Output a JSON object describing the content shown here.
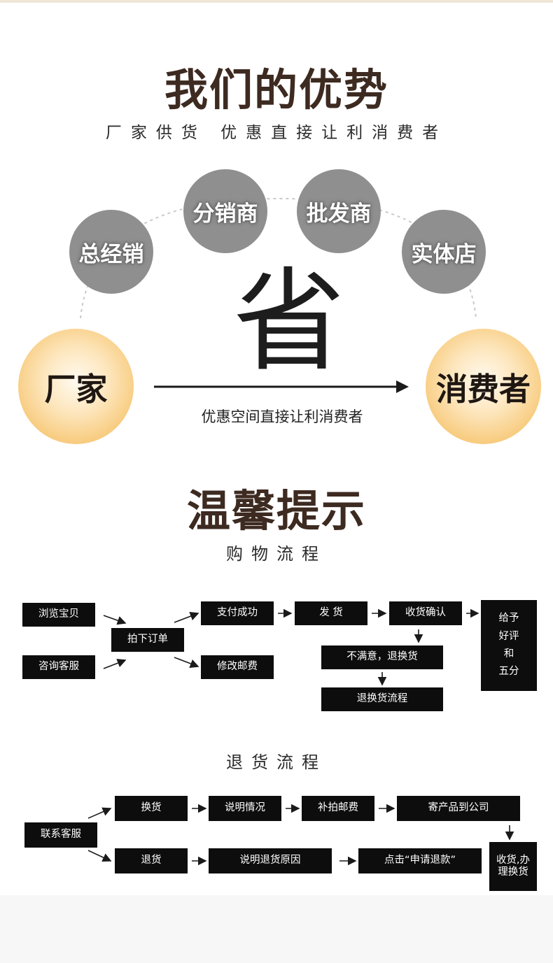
{
  "advantage": {
    "title": "我们的优势",
    "subtitle": "厂家供货 优惠直接让利消费者",
    "nodes": {
      "general_distributor": "总经销",
      "distributor": "分销商",
      "wholesaler": "批发商",
      "store": "实体店",
      "factory": "厂家",
      "consumer": "消费者"
    },
    "save_char": "省",
    "arrow_caption": "优惠空间直接让利消费者"
  },
  "tips": {
    "title": "温馨提示",
    "shopping_flow_title": "购物流程",
    "shopping_flow": {
      "browse": "浏览宝贝",
      "consult": "咨询客服",
      "place_order": "拍下订单",
      "pay_success": "支付成功",
      "edit_postage": "修改邮费",
      "ship": "发 货",
      "confirm_receipt": "收货确认",
      "unsatisfied": "不满意，退换货",
      "return_flow": "退换货流程",
      "good_review": "给予\n好评\n和\n五分"
    },
    "return_flow_title": "退货流程",
    "return_flow": {
      "contact": "联系客服",
      "exchange": "换货",
      "explain": "说明情况",
      "pay_postage": "补拍邮费",
      "mail_product": "寄产品到公司",
      "refund": "退货",
      "explain_reason": "说明退货原因",
      "click_apply": "点击“申请退款”",
      "process": "收货,办\n理换货"
    }
  }
}
